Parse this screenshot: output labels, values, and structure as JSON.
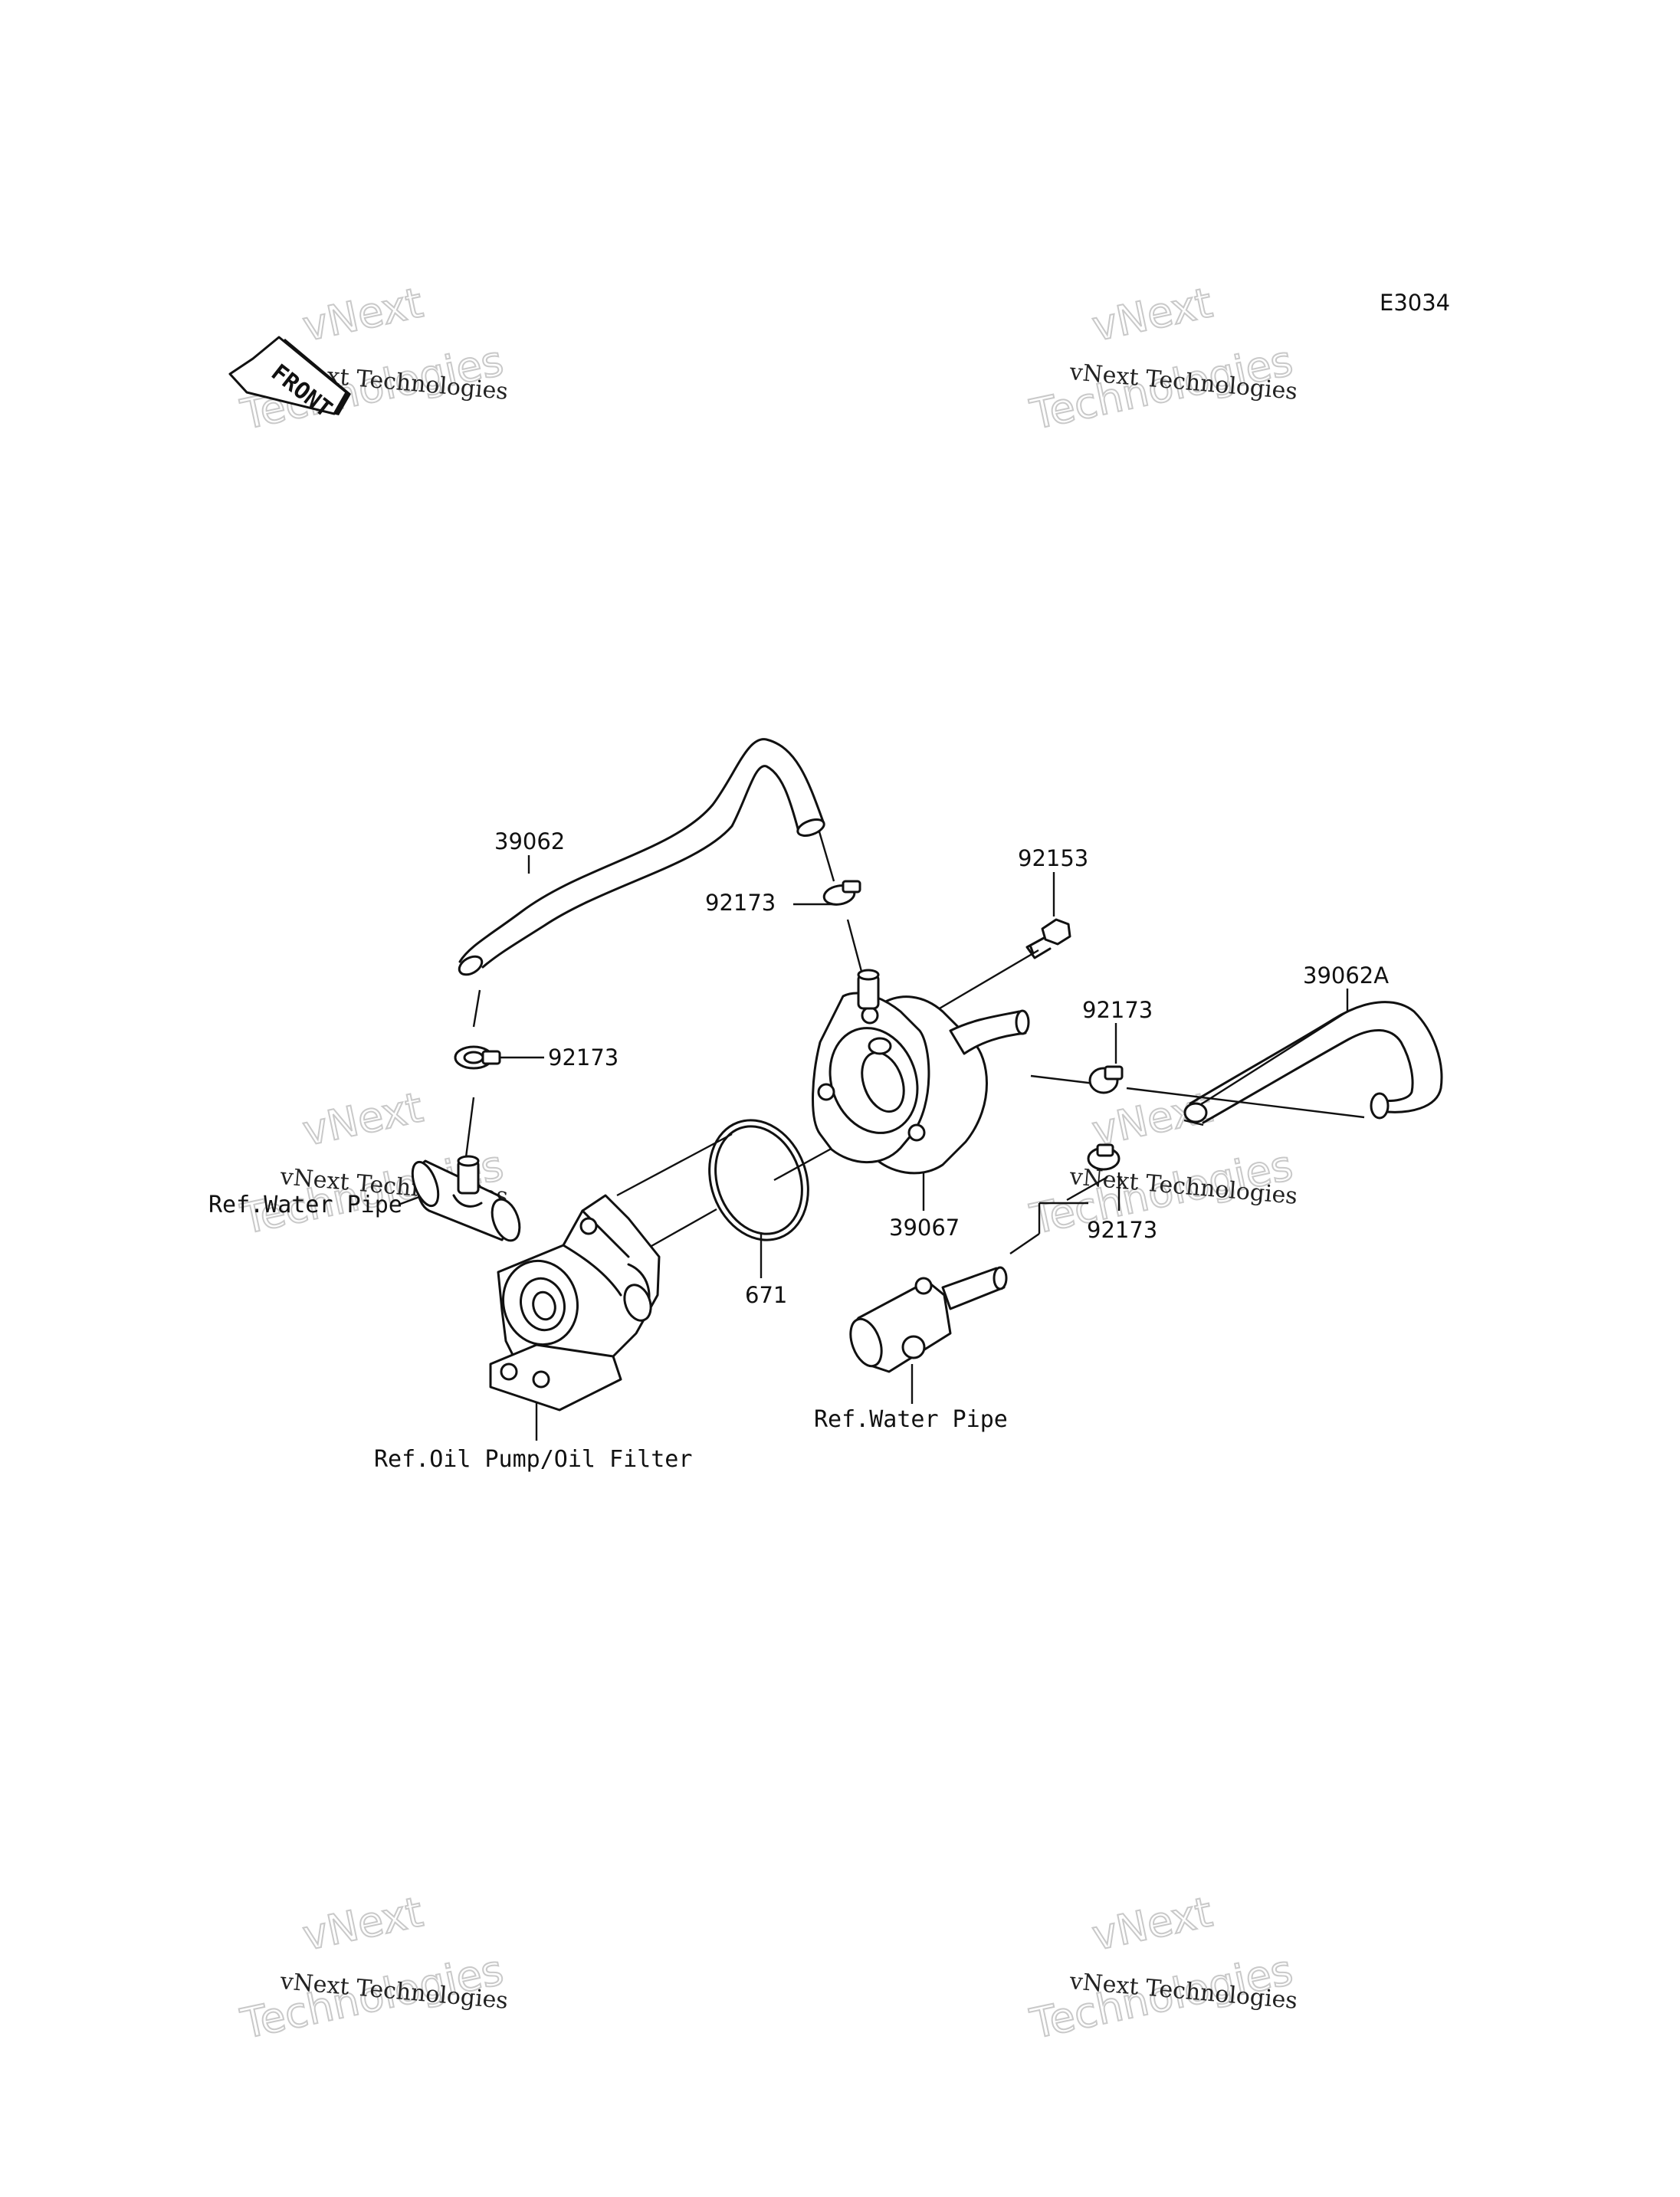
{
  "diagram": {
    "code": "E3034",
    "front_label": "FRONT",
    "watermark_small": "vNext Technologies",
    "watermark_big_line1": "vNext",
    "watermark_big_line2": "Technologies",
    "parts": {
      "hose_left": "39062",
      "hose_right": "39062A",
      "clamp_top": "92173",
      "clamp_left": "92173",
      "clamp_right_upper": "92173",
      "clamp_right_lower": "92173",
      "bolt": "92153",
      "oil_cooler": "39067",
      "o_ring": "671"
    },
    "refs": {
      "water_pipe_left": "Ref.Water Pipe",
      "water_pipe_right": "Ref.Water Pipe",
      "oil_pump": "Ref.Oil Pump/Oil Filter"
    }
  }
}
